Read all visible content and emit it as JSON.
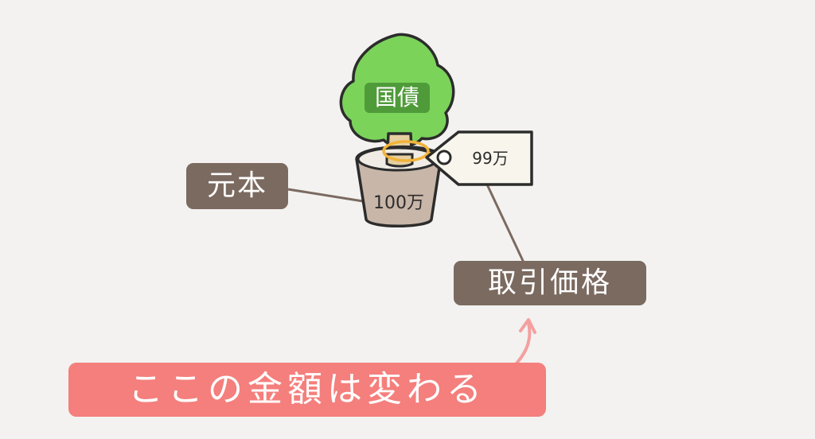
{
  "tree": {
    "crown_label": "国債",
    "pot_value": "100万",
    "tag_value": "99万"
  },
  "labels": {
    "principal": "元本",
    "trade_price": "取引価格",
    "note": "ここの金額は変わる"
  },
  "colors": {
    "background": "#f3f2f0",
    "label_brown": "#7b6a60",
    "note_pink": "#f47f7c",
    "leaf_green": "#7bd35a",
    "crown_label_green": "#4f9b39",
    "pot_beige": "#c8b6a8",
    "trunk_tan": "#e6cfa0",
    "ring_orange": "#f2b33a",
    "tag_cream": "#f7f5ec",
    "outline": "#2c2c2c",
    "arrow_pink": "#f4a0a0"
  }
}
